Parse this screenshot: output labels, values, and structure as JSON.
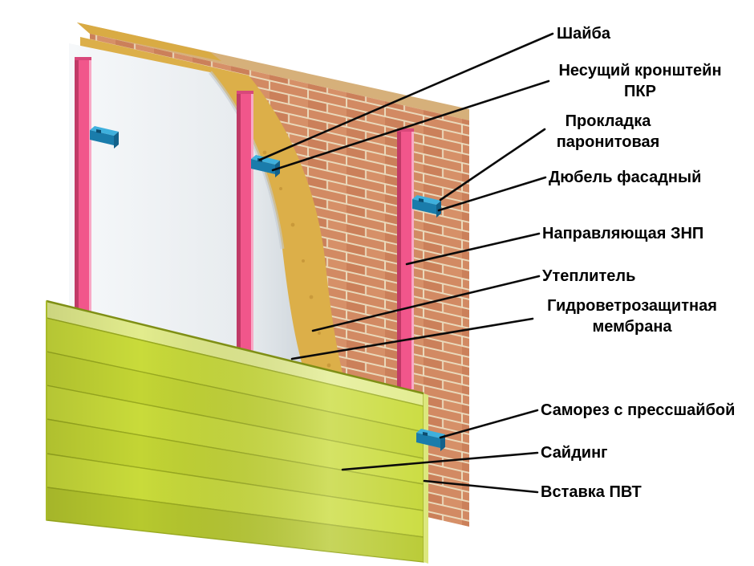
{
  "figure": {
    "description_type": "layered wall assembly diagram",
    "labels": {
      "shaiba": "Шайба",
      "kronshtein": {
        "l1": "Несущий кронштейн",
        "l2": "ПКР"
      },
      "prokladka": {
        "l1": "Прокладка",
        "l2": "паронитовая"
      },
      "dyubel": "Дюбель фасадный",
      "napravlyayushchaya": "Направляющая ЗНП",
      "uteplitel": "Утеплитель",
      "membrana": {
        "l1": "Гидроветрозащитная",
        "l2": "мембрана"
      },
      "samorez": "Саморез с прессшайбой",
      "sayding": "Сайдинг",
      "vstavka": "Вставка ПВТ"
    },
    "colors": {
      "background": "#ffffff",
      "brick": "#d28a63",
      "mortar": "#ead9bb",
      "wall_top": "#d6b07a",
      "insulation": "#dcaf49",
      "membrane": "#eef1f4",
      "profile_pink": "#f1568b",
      "bracket_blue": "#1a7cab",
      "siding_green": "#c9db3a",
      "leader_line": "#0a0a0a"
    }
  }
}
